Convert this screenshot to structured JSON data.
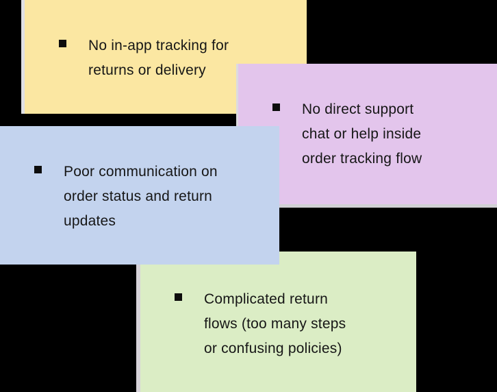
{
  "board": {
    "background_color": "#000000",
    "text_color": "#161616",
    "shadow_color": "#d9d7dc"
  },
  "notes": [
    {
      "id": "yellow-note",
      "color": "#fbe7a2",
      "bullet_icon": "black-square-bullet",
      "text": "No in-app tracking for\nreturns or delivery"
    },
    {
      "id": "purple-note",
      "color": "#e3c5ec",
      "bullet_icon": "black-square-bullet",
      "text": "No direct support\nchat or help inside\norder tracking flow"
    },
    {
      "id": "blue-note",
      "color": "#c3d3ee",
      "bullet_icon": "black-square-bullet",
      "text": "Poor communication on\norder status and return\nupdates"
    },
    {
      "id": "green-note",
      "color": "#dbedc5",
      "bullet_icon": "black-square-bullet",
      "text": "Complicated return\nflows (too many steps\nor confusing policies)"
    }
  ]
}
